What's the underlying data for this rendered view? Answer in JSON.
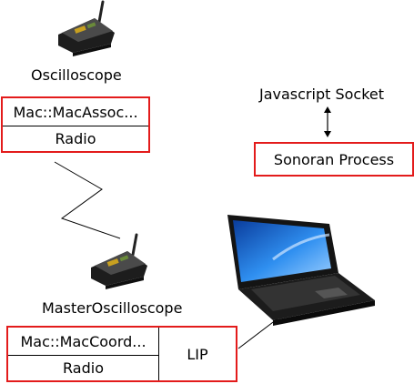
{
  "nodes": {
    "oscilloscope": {
      "title": "Oscilloscope",
      "stack": [
        "Mac::MacAssoc...",
        "Radio"
      ]
    },
    "master": {
      "title": "MasterOscilloscope",
      "stack": [
        "Mac::MacCoord...",
        "Radio"
      ],
      "side_label": "LIP"
    },
    "host": {
      "socket_label": "Javascript Socket",
      "process_label": "Sonoran Process"
    }
  },
  "colors": {
    "box_border": "#e31b1b",
    "board_pcb": "#2b2b2b",
    "laptop_body": "#1a1a1a",
    "laptop_screen": "#1e6fd6"
  },
  "icons": [
    "sensor-mote-icon",
    "laptop-icon",
    "double-arrow-icon"
  ]
}
